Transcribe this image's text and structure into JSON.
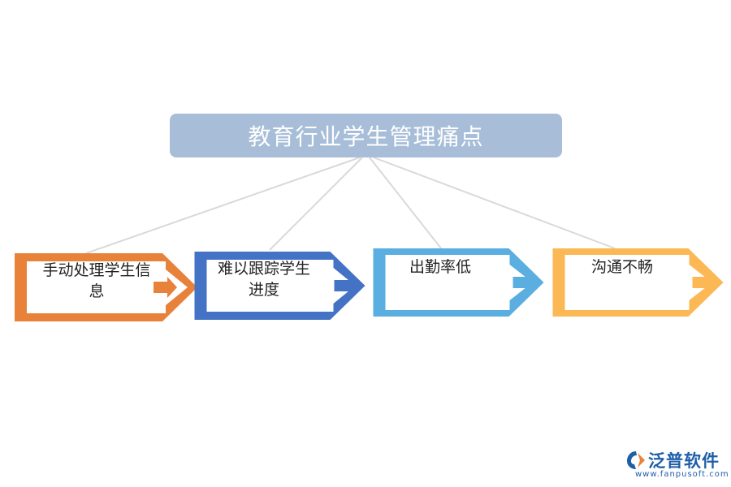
{
  "title": "教育行业学生管理痛点",
  "colors": {
    "title_bg": "#a8bed8",
    "connector": "#d9d9d9",
    "card_orange": "#e8813a",
    "card_blue": "#4472c4",
    "card_sky": "#5aafe0",
    "card_yellow": "#fbb854"
  },
  "cards": [
    {
      "label": "手动处理学生信息",
      "color": "#e8813a",
      "icon": "arrow-right-icon"
    },
    {
      "label": "难以跟踪学生进度",
      "color": "#4472c4",
      "icon": "arrow-right-icon"
    },
    {
      "label": "出勤率低",
      "color": "#5aafe0",
      "icon": "arrow-right-icon"
    },
    {
      "label": "沟通不畅",
      "color": "#fbb854",
      "icon": "arrow-right-icon"
    }
  ],
  "watermark": {
    "name": "泛普软件",
    "url": "www.fanpusoft.com",
    "icon": "fanpu-logo-icon"
  }
}
